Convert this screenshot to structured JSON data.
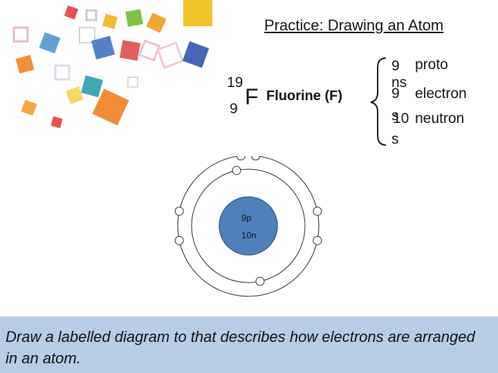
{
  "title": "Practice: Drawing an Atom",
  "element": {
    "mass_number": "19",
    "atomic_number": "9",
    "symbol": "F",
    "name": "Fluorine (F)"
  },
  "counts": {
    "protons": {
      "number": "9",
      "label": "proto",
      "wrap": "ns"
    },
    "electrons": {
      "number": "9",
      "label": "electron",
      "wrap": "s"
    },
    "neutrons": {
      "number": "10",
      "label": "neutron",
      "wrap": "s"
    }
  },
  "nucleus": {
    "protons": "9p",
    "neutrons": "10n"
  },
  "shells": [
    {
      "electrons": 2
    },
    {
      "electrons": 7
    }
  ],
  "instruction": "Draw a labelled diagram to that describes how electrons are arranged in an atom.",
  "colors": {
    "nucleus": "#4f81bd",
    "footer": "#b8cce4"
  }
}
